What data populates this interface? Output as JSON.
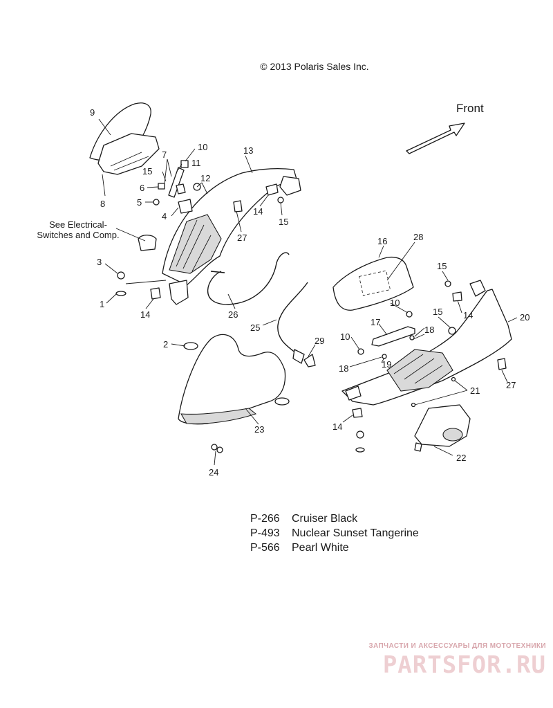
{
  "copyright": "© 2013 Polaris Sales Inc.",
  "front_label": "Front",
  "note": "See Electrical-\nSwitches and Comp.",
  "callouts": {
    "c1": "1",
    "c2": "2",
    "c3": "3",
    "c4": "4",
    "c5": "5",
    "c6": "6",
    "c7": "7",
    "c8": "8",
    "c9": "9",
    "c10a": "10",
    "c10b": "10",
    "c10c": "10",
    "c11": "11",
    "c12": "12",
    "c13": "13",
    "c14a": "14",
    "c14b": "14",
    "c14c": "14",
    "c14d": "14",
    "c15a": "15",
    "c15b": "15",
    "c15c": "15",
    "c15d": "15",
    "c16": "16",
    "c17": "17",
    "c18a": "18",
    "c18b": "18",
    "c19": "19",
    "c20": "20",
    "c21": "21",
    "c22": "22",
    "c23": "23",
    "c24": "24",
    "c25": "25",
    "c26": "26",
    "c27a": "27",
    "c27b": "27",
    "c28": "28",
    "c29": "29"
  },
  "legend": [
    {
      "code": "P-266",
      "name": "Cruiser Black"
    },
    {
      "code": "P-493",
      "name": "Nuclear Sunset Tangerine"
    },
    {
      "code": "P-566",
      "name": "Pearl White"
    }
  ],
  "watermark": {
    "tagline": "ЗАПЧАСТИ И АКСЕССУАРЫ ДЛЯ МОТОТЕХНИКИ",
    "brand": "PARTSFOR.RU"
  }
}
